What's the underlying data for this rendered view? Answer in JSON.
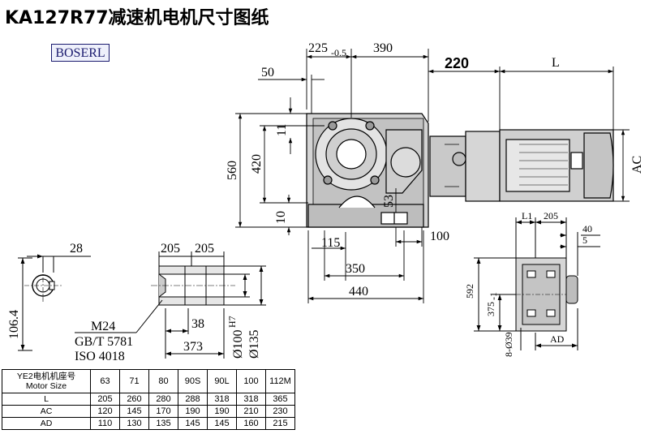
{
  "title": "KA127R77减速机电机尺寸图纸",
  "logo": "BOSERL",
  "dims": {
    "d225": "225",
    "d225_tol": "-0.5",
    "d390": "390",
    "d220": "220",
    "dL": "L",
    "d50": "50",
    "d11": "11",
    "d560": "560",
    "d420": "420",
    "d10": "10",
    "d53": "53",
    "d115": "115",
    "d100": "100",
    "d350": "350",
    "d440": "440",
    "dAC": "AC",
    "d28": "28",
    "d106": "106.4",
    "d205a": "205",
    "d205b": "205",
    "m24": "M24",
    "gb": "GB/T 5781",
    "iso": "ISO 4018",
    "d38": "38",
    "d373": "373",
    "d100h7": "Ø100",
    "h7": "H7",
    "d135": "Ø135",
    "dL1": "L1",
    "d205c": "205",
    "d40": "40",
    "d5": "5",
    "d592": "592",
    "d375": "375",
    "d375_tol": "-1",
    "d8039": "8-Ø39",
    "dAD": "AD"
  },
  "table": {
    "header_label_line1": "YE2电机机座号",
    "header_label_line2": "Motor Size",
    "sizes": [
      "63",
      "71",
      "80",
      "90S",
      "90L",
      "100",
      "112M"
    ],
    "rows": [
      {
        "label": "L",
        "values": [
          "205",
          "260",
          "280",
          "288",
          "318",
          "318",
          "365"
        ]
      },
      {
        "label": "AC",
        "values": [
          "120",
          "145",
          "170",
          "190",
          "190",
          "210",
          "230"
        ]
      },
      {
        "label": "AD",
        "values": [
          "110",
          "130",
          "135",
          "145",
          "145",
          "160",
          "215"
        ]
      }
    ]
  }
}
